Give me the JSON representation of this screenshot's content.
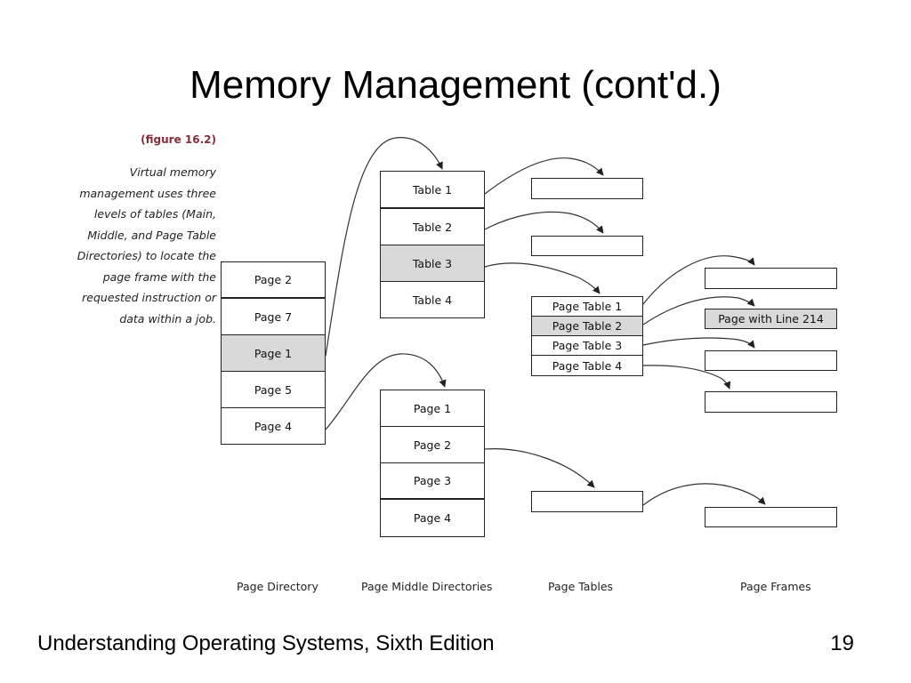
{
  "title": "Memory Management (cont'd.)",
  "figure": {
    "label": "(figure 16.2)",
    "caption": "Virtual memory management uses three levels of tables (Main, Middle, and Page Table Directories) to locate the page frame with the requested instruction or data within a job."
  },
  "page_directory": {
    "items": [
      "Page 2",
      "Page 7",
      "Page 1",
      "Page 5",
      "Page 4"
    ],
    "highlighted": "Page 1"
  },
  "middle_directory_top": {
    "items": [
      "Table 1",
      "Table 2",
      "Table 3",
      "Table 4"
    ],
    "highlighted": "Table 3"
  },
  "middle_directory_bottom": {
    "items": [
      "Page 1",
      "Page 2",
      "Page 3",
      "Page 4"
    ]
  },
  "page_tables": {
    "items": [
      "Page Table 1",
      "Page Table 2",
      "Page Table 3",
      "Page Table 4"
    ],
    "highlighted": "Page Table 2"
  },
  "page_frames": {
    "highlighted_label": "Page with Line 214"
  },
  "column_labels": {
    "page_directory": "Page Directory",
    "page_middle_directories": "Page Middle Directories",
    "page_tables": "Page Tables",
    "page_frames": "Page Frames"
  },
  "footer": {
    "book": "Understanding Operating Systems, Sixth Edition",
    "page_number": "19"
  },
  "colors": {
    "highlight": "#d9d9d9",
    "figure_label": "#8a2c3a"
  }
}
